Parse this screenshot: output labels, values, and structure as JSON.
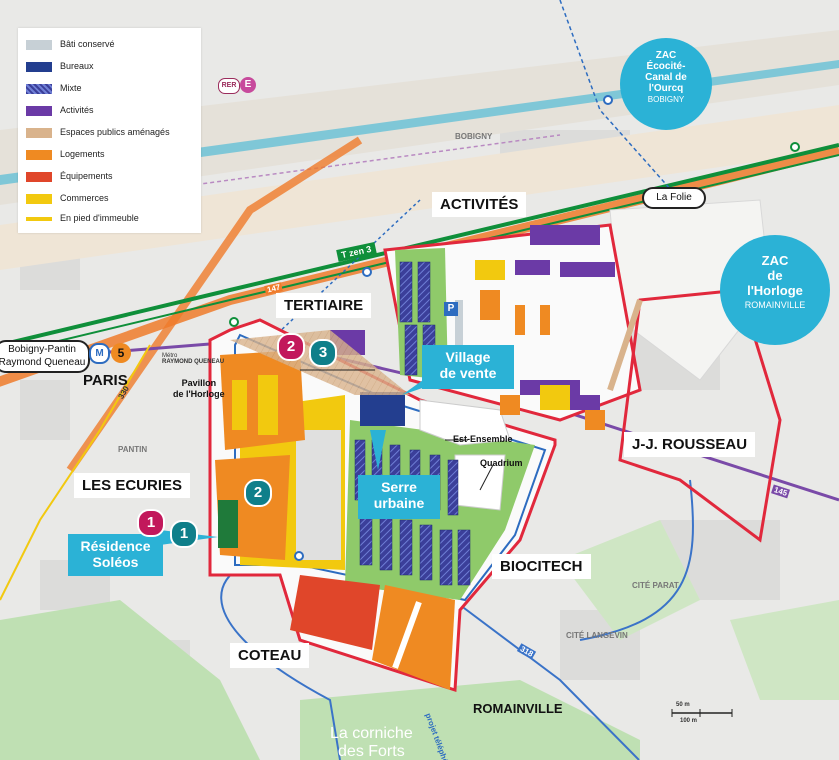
{
  "legend": {
    "items": [
      {
        "label": "Bâti conservé",
        "color": "#c7d0d6",
        "kind": "swatch"
      },
      {
        "label": "Bureaux",
        "color": "#233e8f",
        "kind": "swatch"
      },
      {
        "label": "Mixte",
        "color": "#4a55b5",
        "kind": "hatched"
      },
      {
        "label": "Activités",
        "color": "#6b3aa6",
        "kind": "swatch"
      },
      {
        "label": "Espaces publics aménagés",
        "color": "#d9b38c",
        "kind": "swatch"
      },
      {
        "label": "Logements",
        "color": "#ef8a22",
        "kind": "swatch"
      },
      {
        "label": "Équipements",
        "color": "#e0462a",
        "kind": "swatch"
      },
      {
        "label": "Commerces",
        "color": "#f2c90f",
        "kind": "swatch"
      },
      {
        "label": "En pied d'immeuble",
        "color": "#f2c90f",
        "kind": "line"
      }
    ]
  },
  "zones": {
    "activites": "ACTIVITÉS",
    "tertiaire": "TERTIAIRE",
    "jj_rousseau": "J-J. ROUSSEAU",
    "les_ecuries": "LES ECURIES",
    "biocitech": "BIOCITECH",
    "coteau": "COTEAU",
    "paris": "PARIS",
    "romainville": "ROMAINVILLE",
    "bobigny": "BOBIGNY",
    "pantin": "PANTIN"
  },
  "callouts": {
    "village_line1": "Village",
    "village_line2": "de vente",
    "serre_line1": "Serre",
    "serre_line2": "urbaine",
    "residence_line1": "Résidence",
    "residence_line2": "Soléos"
  },
  "pins": [
    {
      "number": "2",
      "color": "#c2185b"
    },
    {
      "number": "3",
      "color": "#0f7f8a"
    },
    {
      "number": "2",
      "color": "#0f7f8a"
    },
    {
      "number": "1",
      "color": "#c2185b"
    },
    {
      "number": "1",
      "color": "#0f7f8a"
    }
  ],
  "zac_ourcq": {
    "line1": "ZAC",
    "line2": "Écocité-",
    "line3": "Canal de",
    "line4": "l'Ourcq",
    "sub": "BOBIGNY"
  },
  "zac_horloge": {
    "line1": "ZAC",
    "line2": "de",
    "line3": "l'Horloge",
    "sub": "ROMAINVILLE"
  },
  "stations": {
    "bobigny_line1": "Bobigny-Pantin",
    "bobigny_line2": "Raymond Queneau",
    "la_folie": "La Folie",
    "metro_line": "5",
    "metro_letter": "M",
    "rer": "RER",
    "rer_line": "E",
    "metro_small_1": "Métro",
    "metro_small_2": "RAYMOND QUENEAU"
  },
  "labels": {
    "pavillon_1": "Pavillon",
    "pavillon_2": "de l'Horloge",
    "est_ensemble": "Est-Ensemble",
    "quadrium": "Quadrium",
    "tzen": "T zen 3",
    "parking": "P",
    "corniche_1": "La corniche",
    "corniche_2": "des Forts",
    "projet_tele": "projet téléphérique",
    "cite_parat": "CITÉ PARAT",
    "cite_langevin": "CITÉ LANGEVIN",
    "rd_330": "330",
    "rd_318": "318",
    "rd_147": "147",
    "rd_145": "145"
  },
  "scale": {
    "a": "50 m",
    "b": "100 m"
  }
}
